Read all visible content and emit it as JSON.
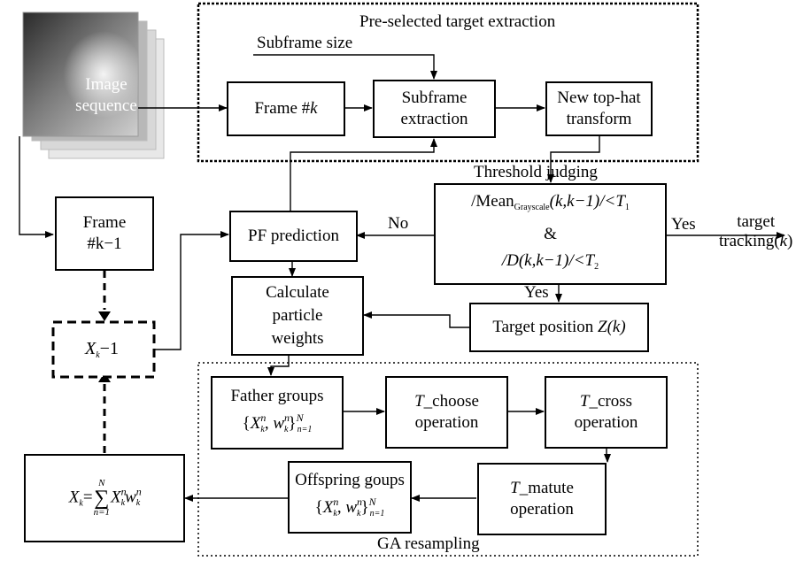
{
  "image_sequence": {
    "label_line1": "Image",
    "label_line2": "sequence"
  },
  "pre_selected": {
    "title": "Pre-selected target extraction",
    "subframe_size": "Subframe size"
  },
  "frame_k": {
    "prefix": "Frame #",
    "var": "k"
  },
  "subframe_extraction": {
    "line1": "Subframe",
    "line2": "extraction"
  },
  "top_hat": {
    "line1": "New top-hat",
    "line2": "transform"
  },
  "threshold": {
    "title": "Threshold judging",
    "cond1_prefix": "/Mean",
    "cond1_sub": "Grayscale",
    "cond1_args": "(k,k−1)/<T",
    "cond1_idx": "1",
    "amp": "&",
    "cond2_prefix": "/D(k,k−1)/<T",
    "cond2_idx": "2"
  },
  "yes_right": "Yes",
  "target_tracking": {
    "line1": "target",
    "line2_prefix": "tracking(",
    "line2_var": "k",
    "line2_suffix": ")"
  },
  "no_label": "No",
  "yes_down": "Yes",
  "frame_k1": {
    "line1": "Frame",
    "line2": "#k−1"
  },
  "pf_prediction": "PF prediction",
  "calc_weights": {
    "line1": "Calculate",
    "line2": "particle",
    "line3": "weights"
  },
  "target_position": {
    "prefix": "Target position ",
    "var": "Z",
    "suffix": "(k)"
  },
  "xk_minus": {
    "var": "X",
    "sub": "k",
    "rest": "−1"
  },
  "ga": {
    "label": "GA resampling"
  },
  "father": {
    "line1": "Father groups"
  },
  "t_choose": {
    "t": "T",
    "line1": "_choose",
    "line2": "operation"
  },
  "t_cross": {
    "t": "T",
    "line1": "_cross",
    "line2": "operation"
  },
  "t_matute": {
    "t": "T",
    "line1": "_matute",
    "line2": "operation"
  },
  "offspring": {
    "line1": "Offspring goups"
  },
  "sum_formula": {
    "lhs": "X",
    "lhs_sub": "k",
    "eq": "=",
    "upper": "N",
    "lower": "n=1"
  },
  "group_set": {
    "x": "X",
    "sup": "n",
    "sub": "k",
    "w": "w",
    "upper": "N",
    "lower": "n=1"
  }
}
